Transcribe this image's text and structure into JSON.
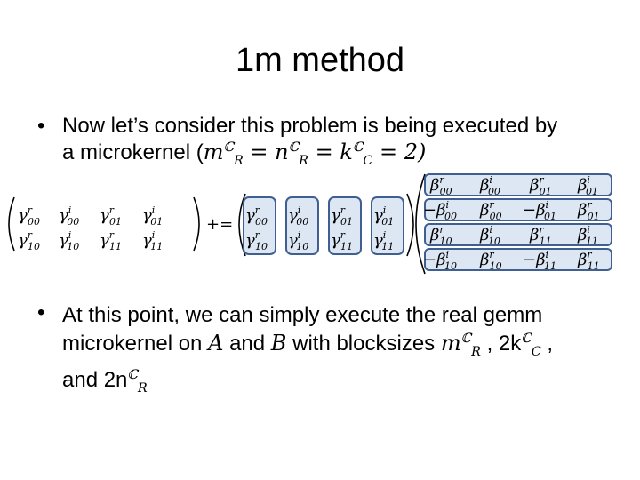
{
  "slide": {
    "title": "1m method"
  },
  "bullets": [
    {
      "part1": "Now let’s consider this problem is being executed by",
      "part2": "a microkernel (",
      "formula": "m",
      "eq": " = n",
      "eq2": " = k",
      "eq3": " = 2)"
    },
    {
      "line1": "At this point, we can simply execute the real gemm",
      "line2a": "microkernel on ",
      "A": "A",
      "and": " and ",
      "B": "B",
      "with": " with blocksizes ",
      "m": "m",
      "comma1": " , 2k",
      "comma2": " ,",
      "line3a": "and 2n"
    }
  ],
  "math": {
    "sub_R": "R",
    "sub_C": "C",
    "sup_C": "ℂ",
    "pluseq": "+=",
    "gamma": "γ",
    "beta": "β",
    "neg": "−",
    "lhs_rows": [
      [
        {
          "s": "r",
          "b": "00"
        },
        {
          "s": "i",
          "b": "00"
        },
        {
          "s": "r",
          "b": "01"
        },
        {
          "s": "i",
          "b": "01"
        }
      ],
      [
        {
          "s": "r",
          "b": "10"
        },
        {
          "s": "i",
          "b": "10"
        },
        {
          "s": "r",
          "b": "11"
        },
        {
          "s": "i",
          "b": "11"
        }
      ]
    ],
    "rhs_rows": [
      [
        {
          "n": "",
          "s": "r",
          "b": "00"
        },
        {
          "n": "",
          "s": "i",
          "b": "00"
        },
        {
          "n": "",
          "s": "r",
          "b": "01"
        },
        {
          "n": "",
          "s": "i",
          "b": "01"
        }
      ],
      [
        {
          "n": "−",
          "s": "i",
          "b": "00"
        },
        {
          "n": "",
          "s": "r",
          "b": "00"
        },
        {
          "n": "−",
          "s": "i",
          "b": "01"
        },
        {
          "n": "",
          "s": "r",
          "b": "01"
        }
      ],
      [
        {
          "n": "",
          "s": "r",
          "b": "10"
        },
        {
          "n": "",
          "s": "i",
          "b": "10"
        },
        {
          "n": "",
          "s": "r",
          "b": "11"
        },
        {
          "n": "",
          "s": "i",
          "b": "11"
        }
      ],
      [
        {
          "n": "−",
          "s": "i",
          "b": "10"
        },
        {
          "n": "",
          "s": "r",
          "b": "10"
        },
        {
          "n": "−",
          "s": "i",
          "b": "11"
        },
        {
          "n": "",
          "s": "r",
          "b": "11"
        }
      ]
    ],
    "bullet_char": "•"
  },
  "colors": {
    "highlight_fill": "#dde6f3",
    "highlight_stroke": "#3f5f93"
  }
}
